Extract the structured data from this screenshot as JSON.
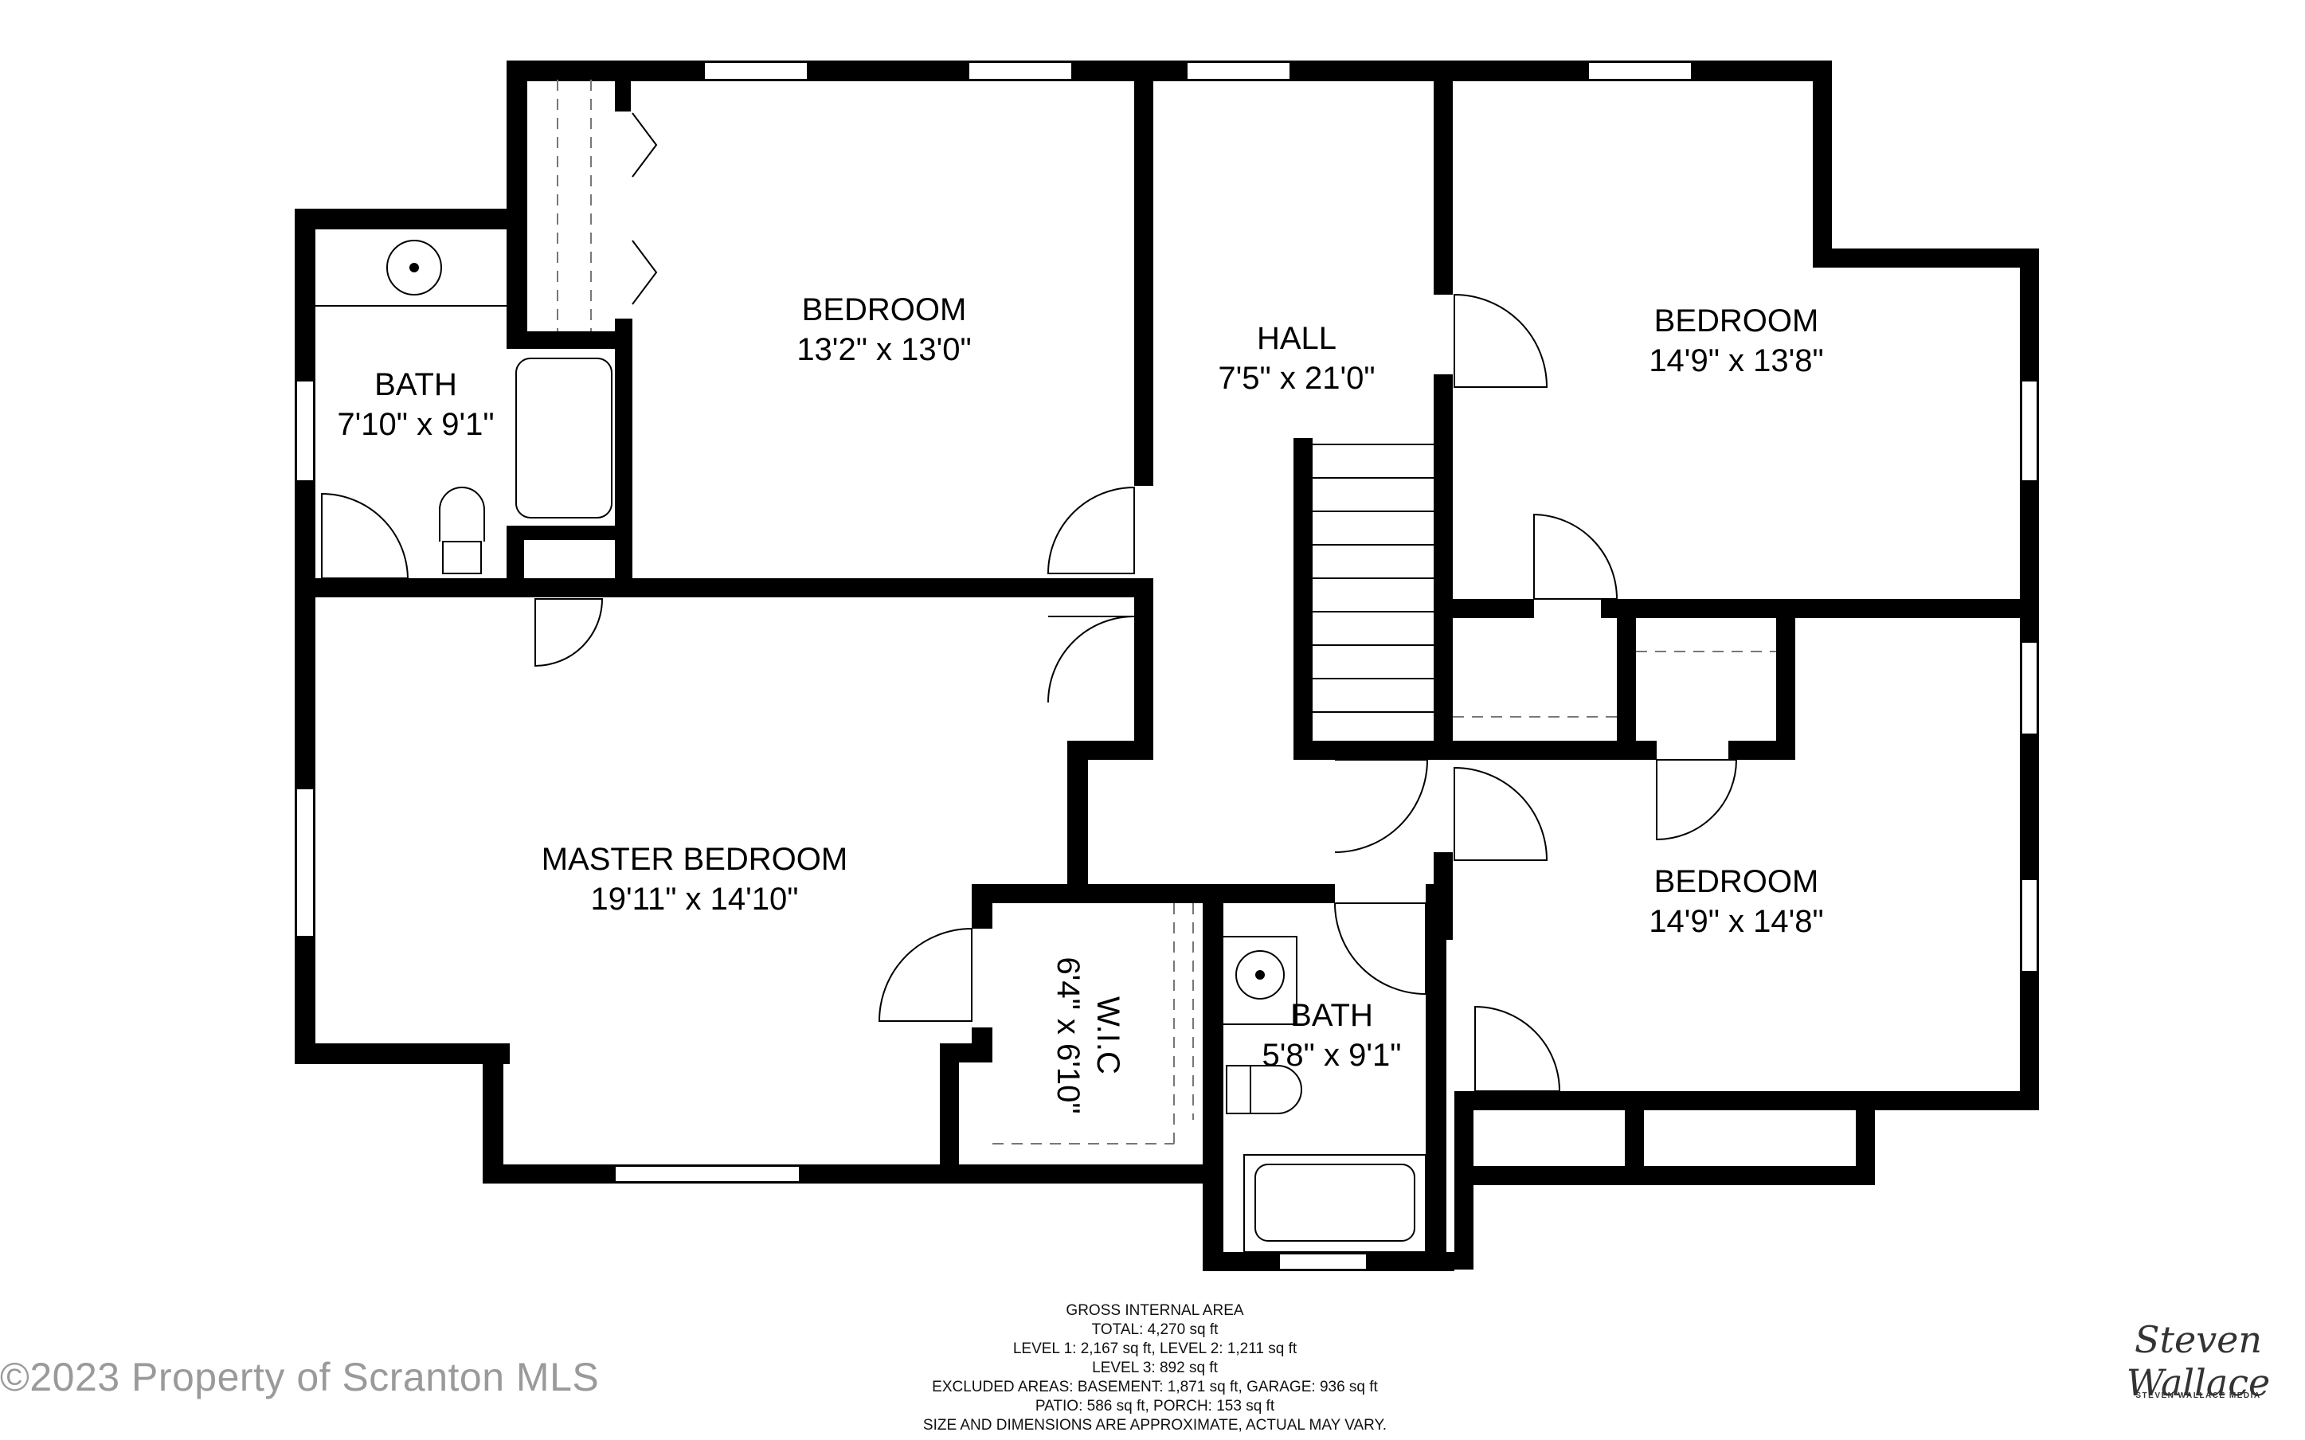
{
  "rooms": [
    {
      "id": "bedroom-1",
      "name": "BEDROOM",
      "dims": "13'2\" x 13'0\""
    },
    {
      "id": "bath-1",
      "name": "BATH",
      "dims": "7'10\" x 9'1\""
    },
    {
      "id": "hall",
      "name": "HALL",
      "dims": "7'5\" x 21'0\""
    },
    {
      "id": "bedroom-2",
      "name": "BEDROOM",
      "dims": "14'9\" x 13'8\""
    },
    {
      "id": "master-bedroom",
      "name": "MASTER BEDROOM",
      "dims": "19'11\" x 14'10\""
    },
    {
      "id": "wic",
      "name": "W.I.C",
      "dims": "6'4\" x 6'10\""
    },
    {
      "id": "bath-2",
      "name": "BATH",
      "dims": "5'8\" x 9'1\""
    },
    {
      "id": "bedroom-3",
      "name": "BEDROOM",
      "dims": "14'9\" x 14'8\""
    }
  ],
  "footer": {
    "lines": [
      "GROSS INTERNAL AREA",
      "TOTAL: 4,270 sq ft",
      "LEVEL 1: 2,167 sq ft, LEVEL 2: 1,211 sq ft",
      "LEVEL 3: 892 sq ft",
      "EXCLUDED AREAS: BASEMENT: 1,871 sq ft, GARAGE: 936 sq ft",
      "PATIO: 586 sq ft, PORCH: 153 sq ft",
      "SIZE AND DIMENSIONS ARE APPROXIMATE, ACTUAL MAY VARY."
    ]
  },
  "watermark": "©2023 Property of Scranton MLS",
  "brand": {
    "signature": "Steven Wallace",
    "subtitle": "STEVEN WALLACE MEDIA"
  },
  "colors": {
    "wall": "#000000",
    "background": "#ffffff",
    "watermark": "#9a9a9a"
  }
}
